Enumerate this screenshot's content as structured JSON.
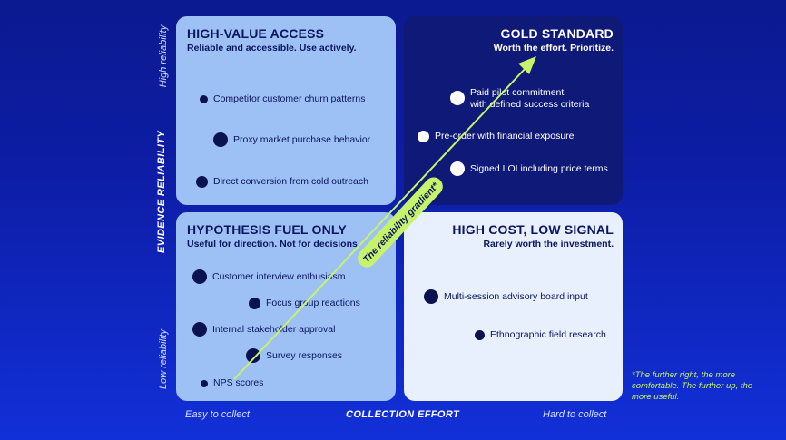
{
  "quadrants": {
    "top_left": {
      "title": "HIGH-VALUE ACCESS",
      "subtitle": "Reliable and accessible. Use actively.",
      "items": [
        "Competitor customer churn patterns",
        "Proxy market purchase behavior",
        "Direct conversion from cold outreach"
      ]
    },
    "top_right": {
      "title": "GOLD STANDARD",
      "subtitle": "Worth the effort. Prioritize.",
      "items": [
        "Paid pilot commitment",
        "with defined success criteria",
        "Pre-order with financial exposure",
        "Signed LOI including price terms"
      ]
    },
    "bottom_left": {
      "title": "HYPOTHESIS FUEL ONLY",
      "subtitle": "Useful for direction. Not for decisions.",
      "items": [
        "Customer interview enthusiasm",
        "Focus group reactions",
        "Internal stakeholder approval",
        "Survey responses",
        "NPS scores"
      ]
    },
    "bottom_right": {
      "title": "HIGH COST, LOW SIGNAL",
      "subtitle": "Rarely worth the investment.",
      "items": [
        "Multi-session advisory board input",
        "Ethnographic field research"
      ]
    }
  },
  "axes": {
    "y_title": "EVIDENCE RELIABILITY",
    "y_high": "High reliability",
    "y_low": "Low reliability",
    "x_title": "COLLECTION EFFORT",
    "x_low": "Easy to collect",
    "x_high": "Hard to collect"
  },
  "gradient_label": "The reliability gradient*",
  "footnote": "*The further right, the more comfortable. The further up, the more useful.",
  "colors": {
    "background": "#0d1da6",
    "light_quadrant": "#9ec1f5",
    "dark_quadrant": "#0f1a78",
    "pale_quadrant": "#e7f0fc",
    "accent_green": "#c6f36a",
    "dot_navy": "#0a1250"
  }
}
